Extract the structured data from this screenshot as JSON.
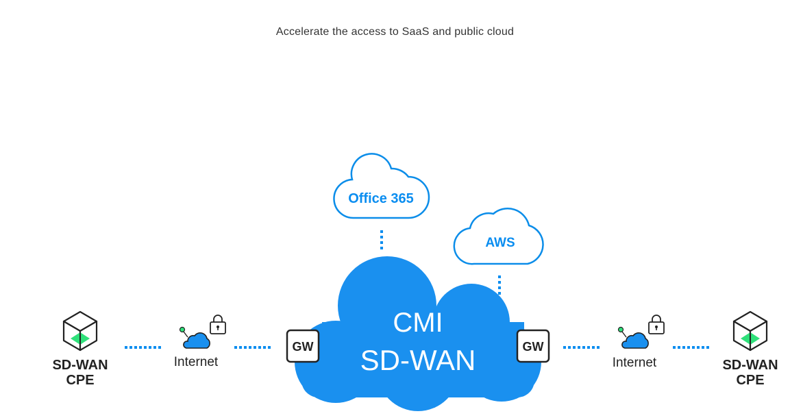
{
  "caption": "Accelerate the access to SaaS and public cloud",
  "colors": {
    "brand_blue": "#0a8df0",
    "cloud_fill": "#1a90ef",
    "outline_blue": "#0b8de9",
    "cpe_green": "#2fe07a",
    "text_dark": "#222222"
  },
  "core_cloud": {
    "line1": "CMI",
    "line2": "SD-WAN"
  },
  "saas_clouds": [
    {
      "label": "Office 365"
    },
    {
      "label": "AWS"
    }
  ],
  "gateways": {
    "left": "GW",
    "right": "GW"
  },
  "internet": {
    "left": "Internet",
    "right": "Internet"
  },
  "cpe": {
    "left": {
      "line1": "SD-WAN",
      "line2": "CPE"
    },
    "right": {
      "line1": "SD-WAN",
      "line2": "CPE"
    }
  },
  "icons": [
    "cube-icon",
    "cloud-lock-icon",
    "cloud-outline-icon"
  ]
}
